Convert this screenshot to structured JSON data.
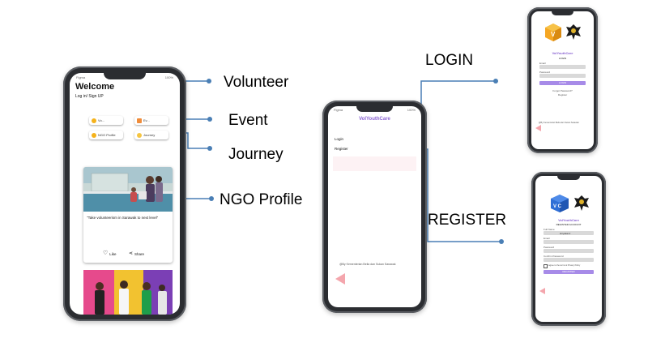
{
  "annotations": {
    "volunteer": "Volunteer",
    "event": "Event",
    "journey": "Journey",
    "ngo_profile": "NGO Profile",
    "login": "LOGIN",
    "register": "REGISTER"
  },
  "phone_home": {
    "status_carrier": "Figma",
    "status_battery": "100%",
    "title": "Welcome",
    "subtitle": "Log in/ Sign UP",
    "chips": [
      "Vo...",
      "Ev...",
      "NGO Profile",
      "Journey"
    ],
    "post_caption": "\"Take volunteerism in Sarawak to next level\"",
    "like_label": "Like",
    "share_label": "Share"
  },
  "phone_start": {
    "status_carrier": "Figma",
    "status_battery": "100%",
    "app_title": "VolYouthCare",
    "login_label": "Login",
    "register_label": "Register",
    "footer": "@By Kementerian Belia dan Sukan Sarawak"
  },
  "phone_login": {
    "app_title": "VolYouthCare",
    "heading": "LOGIN",
    "email_label": "Email",
    "password_label": "Password",
    "login_button": "LOGIN",
    "forgot": "Forgot Password?",
    "register_link": "Register",
    "footer": "@By Kementerian Belia dan Sukan Sarawak"
  },
  "phone_register": {
    "app_title": "VolYouthCare",
    "heading": "REGISTER ACCOUNT",
    "fullname_label": "Full Name",
    "fullname_value": "Hiryakanz",
    "email_label": "Email",
    "password_label": "Password",
    "confirm_label": "Confirm Password",
    "agree_text": "I agree to the terms & Privacy Policy",
    "register_button": "REGISTER"
  },
  "colors": {
    "accent": "#8a63d2",
    "connector": "#4a7fb5",
    "back_arrow": "#f4a6ad"
  }
}
